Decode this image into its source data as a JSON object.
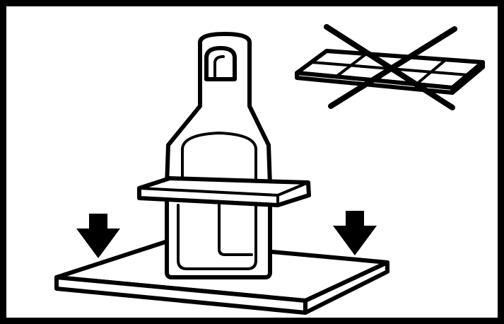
{
  "diagram": {
    "subject": "barbecue-fireplace-installation",
    "elements": [
      {
        "name": "concrete-base-slab",
        "status": "required"
      },
      {
        "name": "tile-paving-grid",
        "status": "not-allowed"
      },
      {
        "name": "down-arrow-left"
      },
      {
        "name": "down-arrow-right"
      }
    ],
    "colors": {
      "ink": "#000000",
      "background": "#ffffff"
    }
  }
}
